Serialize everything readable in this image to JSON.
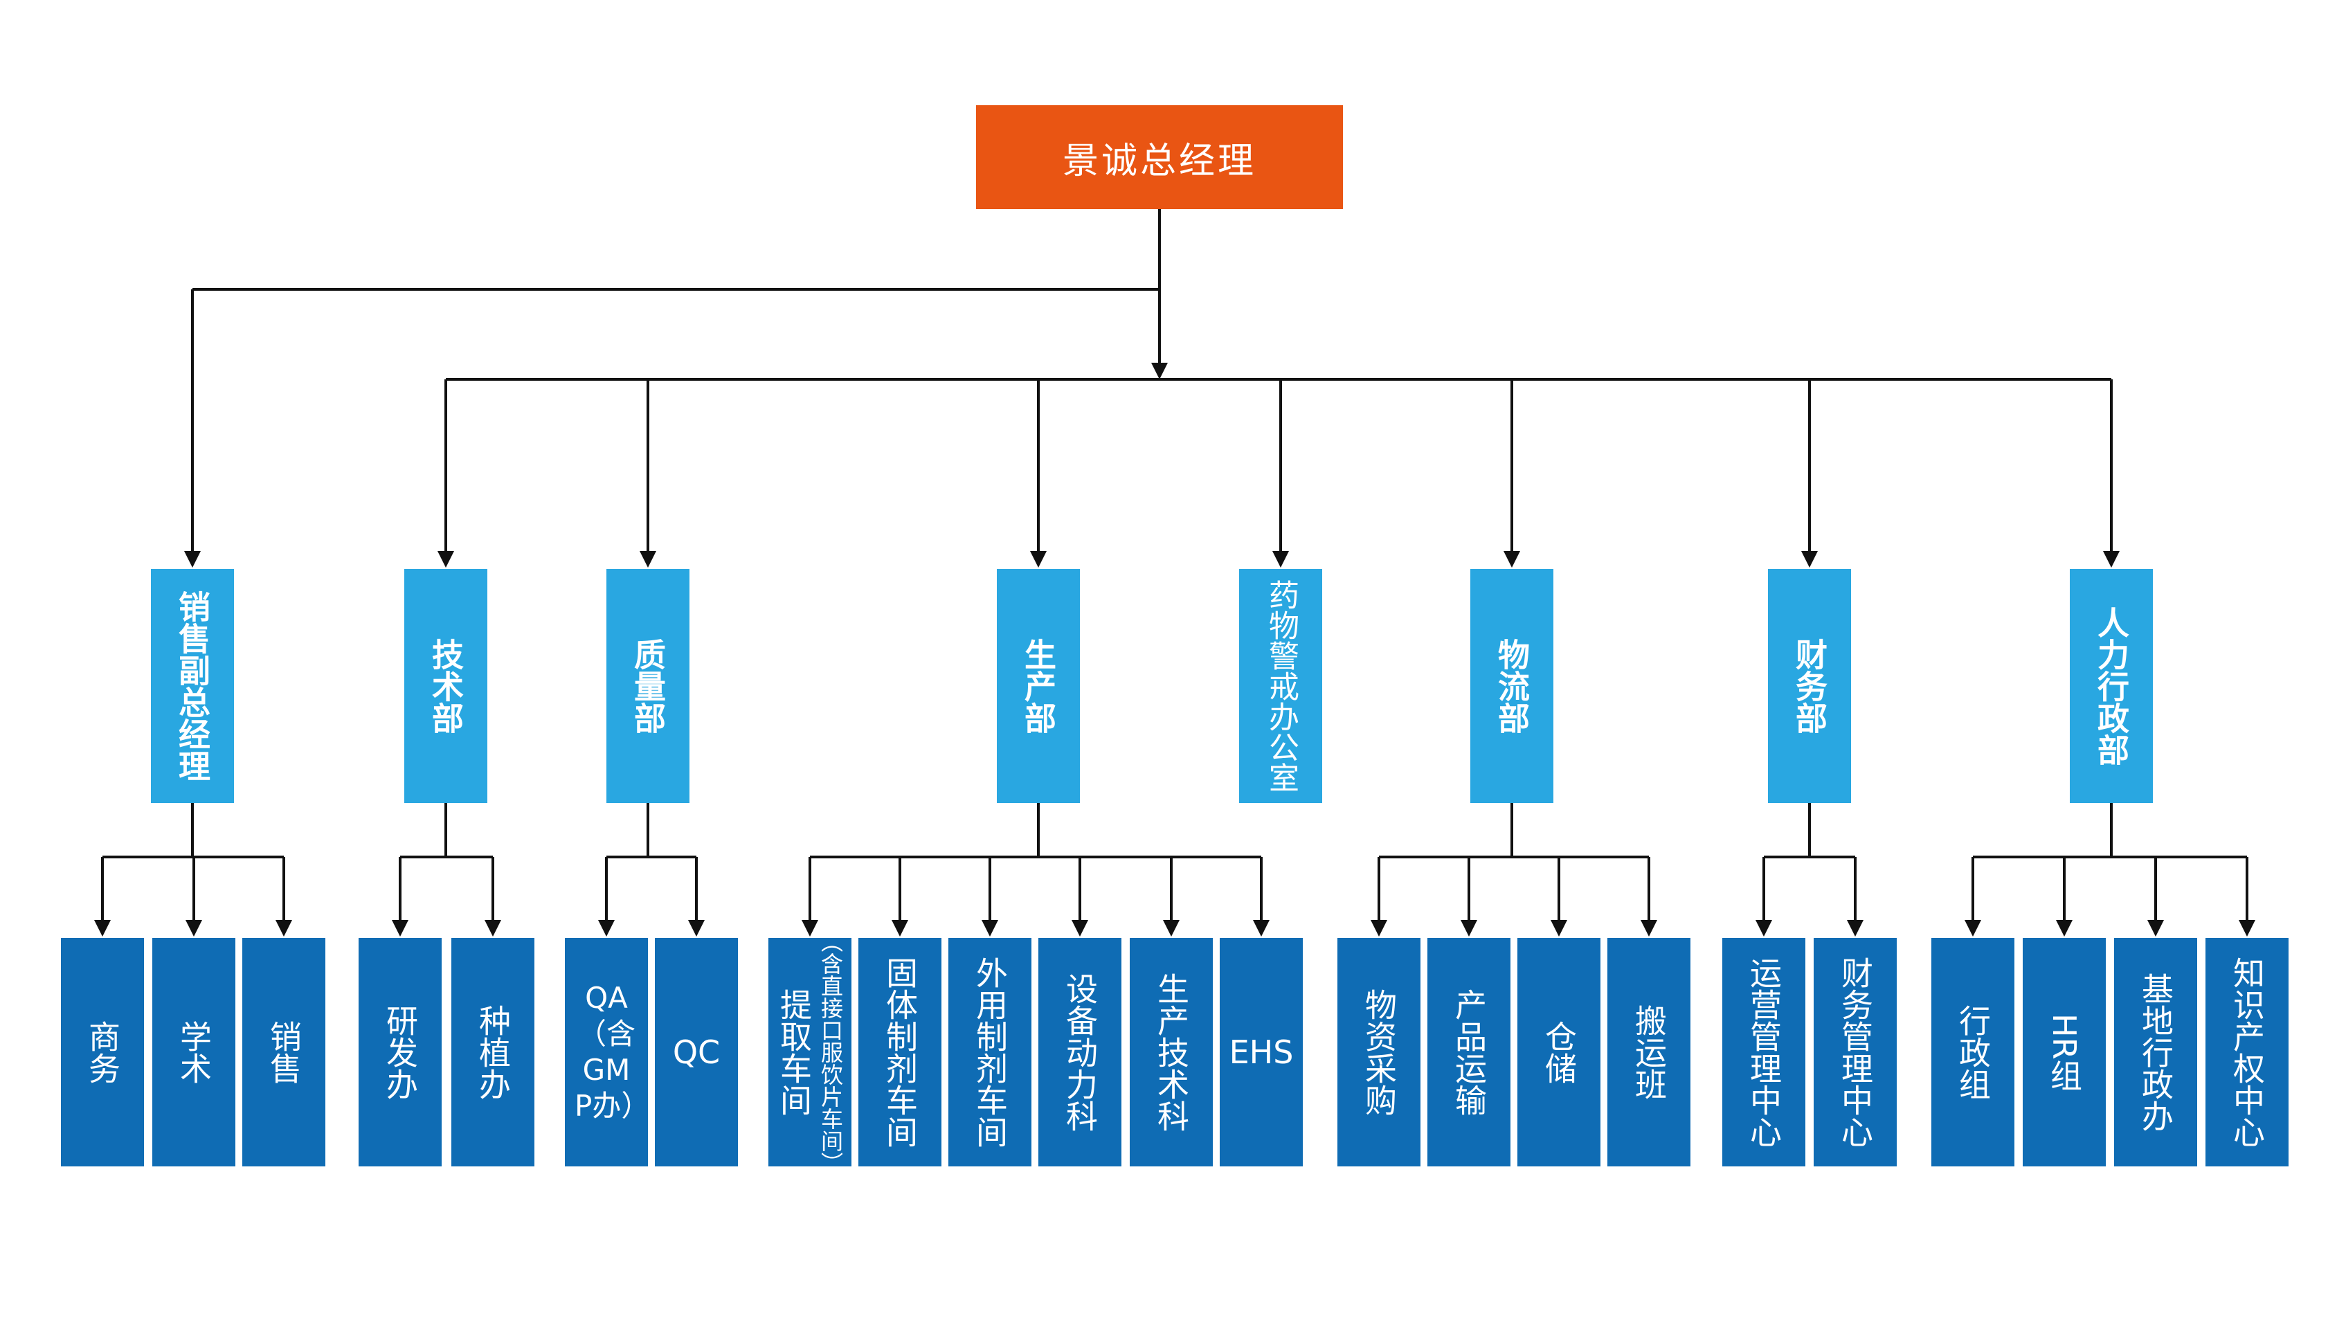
{
  "root": {
    "label": "景诚总经理"
  },
  "colors": {
    "root": "#e95513",
    "dept": "#29a7e1",
    "sub": "#0f6cb4",
    "line": "#111111"
  },
  "departments": [
    {
      "id": "sales",
      "label": "销售副总经理",
      "children": [
        "商务",
        "学术",
        "销售"
      ]
    },
    {
      "id": "tech",
      "label": "技术部",
      "children": [
        "研发办",
        "种植办"
      ]
    },
    {
      "id": "quality",
      "label": "质量部",
      "children": [
        "QA（含GMP办）",
        "QC"
      ]
    },
    {
      "id": "prod",
      "label": "生产部",
      "children": [
        "提取车间",
        "固体制剂车间",
        "外用制剂车间",
        "设备动力科",
        "生产技术科",
        "EHS"
      ],
      "note": "（含直接口服饮片车间）"
    },
    {
      "id": "pv",
      "label": "药物警戒办公室",
      "children": []
    },
    {
      "id": "logi",
      "label": "物流部",
      "children": [
        "物资采购",
        "产品运输",
        "仓储",
        "搬运班"
      ]
    },
    {
      "id": "fin",
      "label": "财务部",
      "children": [
        "运营管理中心",
        "财务管理中心"
      ]
    },
    {
      "id": "hr",
      "label": "人力行政部",
      "children": [
        "行政组",
        "HR组",
        "基地行政办",
        "知识产权中心"
      ]
    }
  ]
}
